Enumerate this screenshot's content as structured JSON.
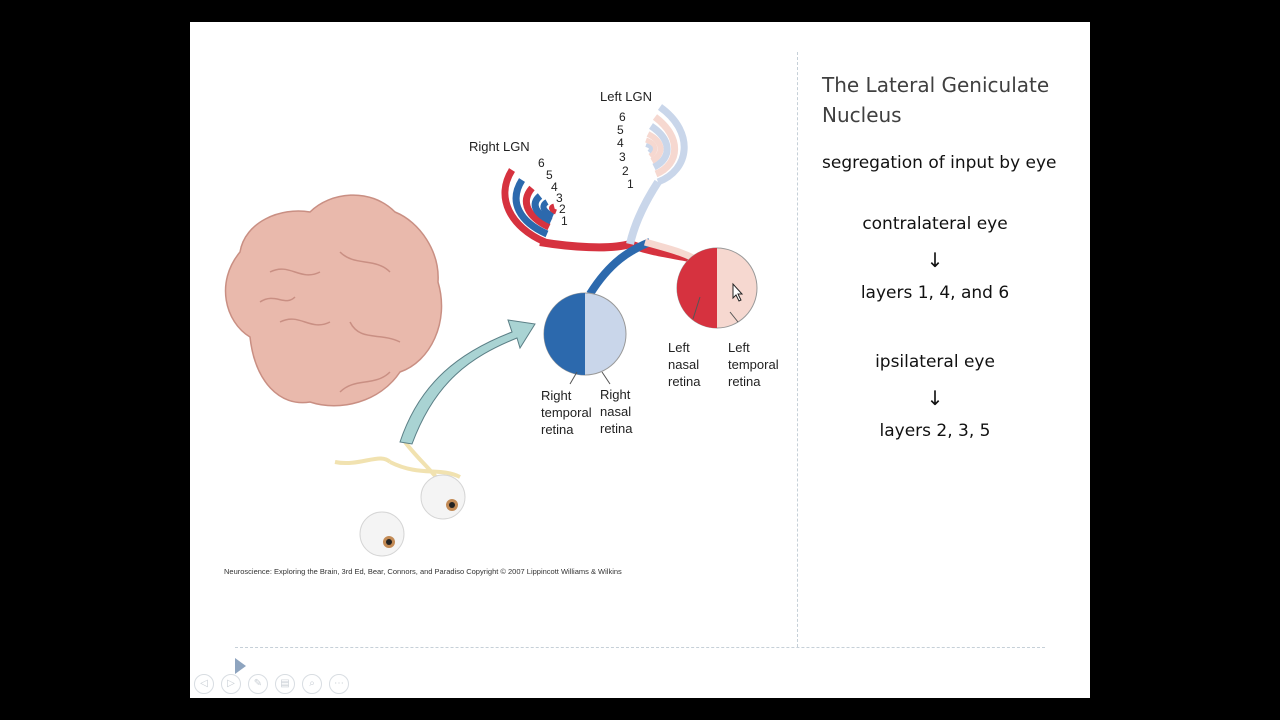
{
  "slide": {
    "title": "The Lateral Geniculate Nucleus",
    "segregation": "segregation of input by eye",
    "contralateral_label": "contralateral eye",
    "contralateral_layers": "layers 1, 4, and 6",
    "ipsilateral_label": "ipsilateral eye",
    "ipsilateral_layers": "layers 2, 3, 5",
    "down_arrow": "↓"
  },
  "figure": {
    "left_lgn": "Left LGN",
    "right_lgn": "Right LGN",
    "layer_numbers": [
      "6",
      "5",
      "4",
      "3",
      "2",
      "1"
    ],
    "left_nasal": [
      "Left",
      "nasal",
      "retina"
    ],
    "left_temporal": [
      "Left",
      "temporal",
      "retina"
    ],
    "right_temporal": [
      "Right",
      "temporal",
      "retina"
    ],
    "right_nasal": [
      "Right",
      "nasal",
      "retina"
    ],
    "credit": "Neuroscience: Exploring the Brain, 3rd Ed, Bear, Connors, and Paradiso Copyright © 2007 Lippincott Williams & Wilkins",
    "colors": {
      "red": "#d6323f",
      "blue": "#2c69ad",
      "pale_blue": "#c9d6ea",
      "pale_red": "#f6d8d0",
      "brain": "#e9b9ac"
    }
  },
  "controls": {
    "icons": [
      "previous-icon",
      "next-icon",
      "pen-icon",
      "slides-icon",
      "zoom-icon",
      "more-icon"
    ],
    "glyphs": [
      "◁",
      "▷",
      "✎",
      "▤",
      "⌕",
      "⋯"
    ]
  }
}
